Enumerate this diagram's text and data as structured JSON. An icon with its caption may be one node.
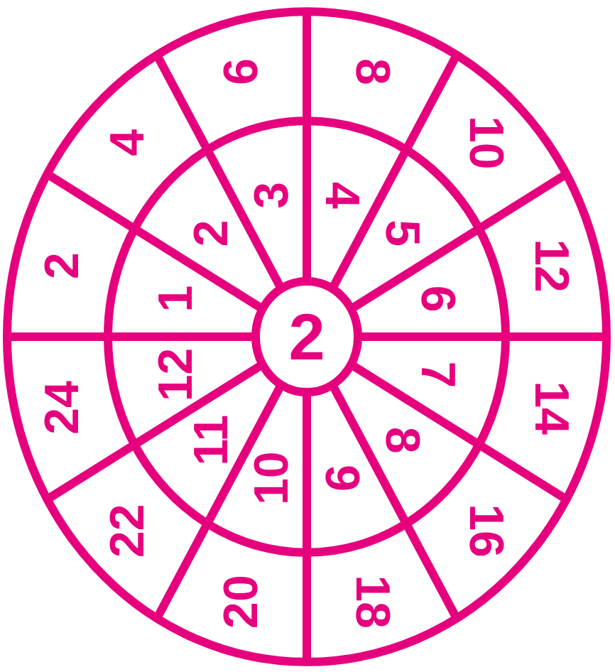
{
  "diagram": {
    "nodes": [
      {
        "text": [
          "2"
        ]
      },
      {
        "text": [
          "1"
        ]
      },
      {
        "text": [
          "2"
        ]
      },
      {
        "text": [
          "3"
        ]
      },
      {
        "text": [
          "4"
        ]
      },
      {
        "text": [
          "5"
        ]
      },
      {
        "text": [
          "6"
        ]
      },
      {
        "text": [
          "7"
        ]
      },
      {
        "text": [
          "8"
        ]
      },
      {
        "text": [
          "9"
        ]
      },
      {
        "text": [
          "10"
        ]
      },
      {
        "text": [
          "11"
        ]
      },
      {
        "text": [
          "12"
        ]
      },
      {
        "text": [
          "2"
        ]
      },
      {
        "text": [
          "4"
        ]
      },
      {
        "text": [
          "6"
        ]
      },
      {
        "text": [
          "8"
        ]
      },
      {
        "text": [
          "10"
        ]
      },
      {
        "text": [
          "12"
        ]
      },
      {
        "text": [
          "14"
        ]
      },
      {
        "text": [
          "16"
        ]
      },
      {
        "text": [
          "18"
        ]
      },
      {
        "text": [
          "20"
        ]
      },
      {
        "text": [
          "22"
        ]
      },
      {
        "text": [
          "24"
        ]
      }
    ]
  }
}
